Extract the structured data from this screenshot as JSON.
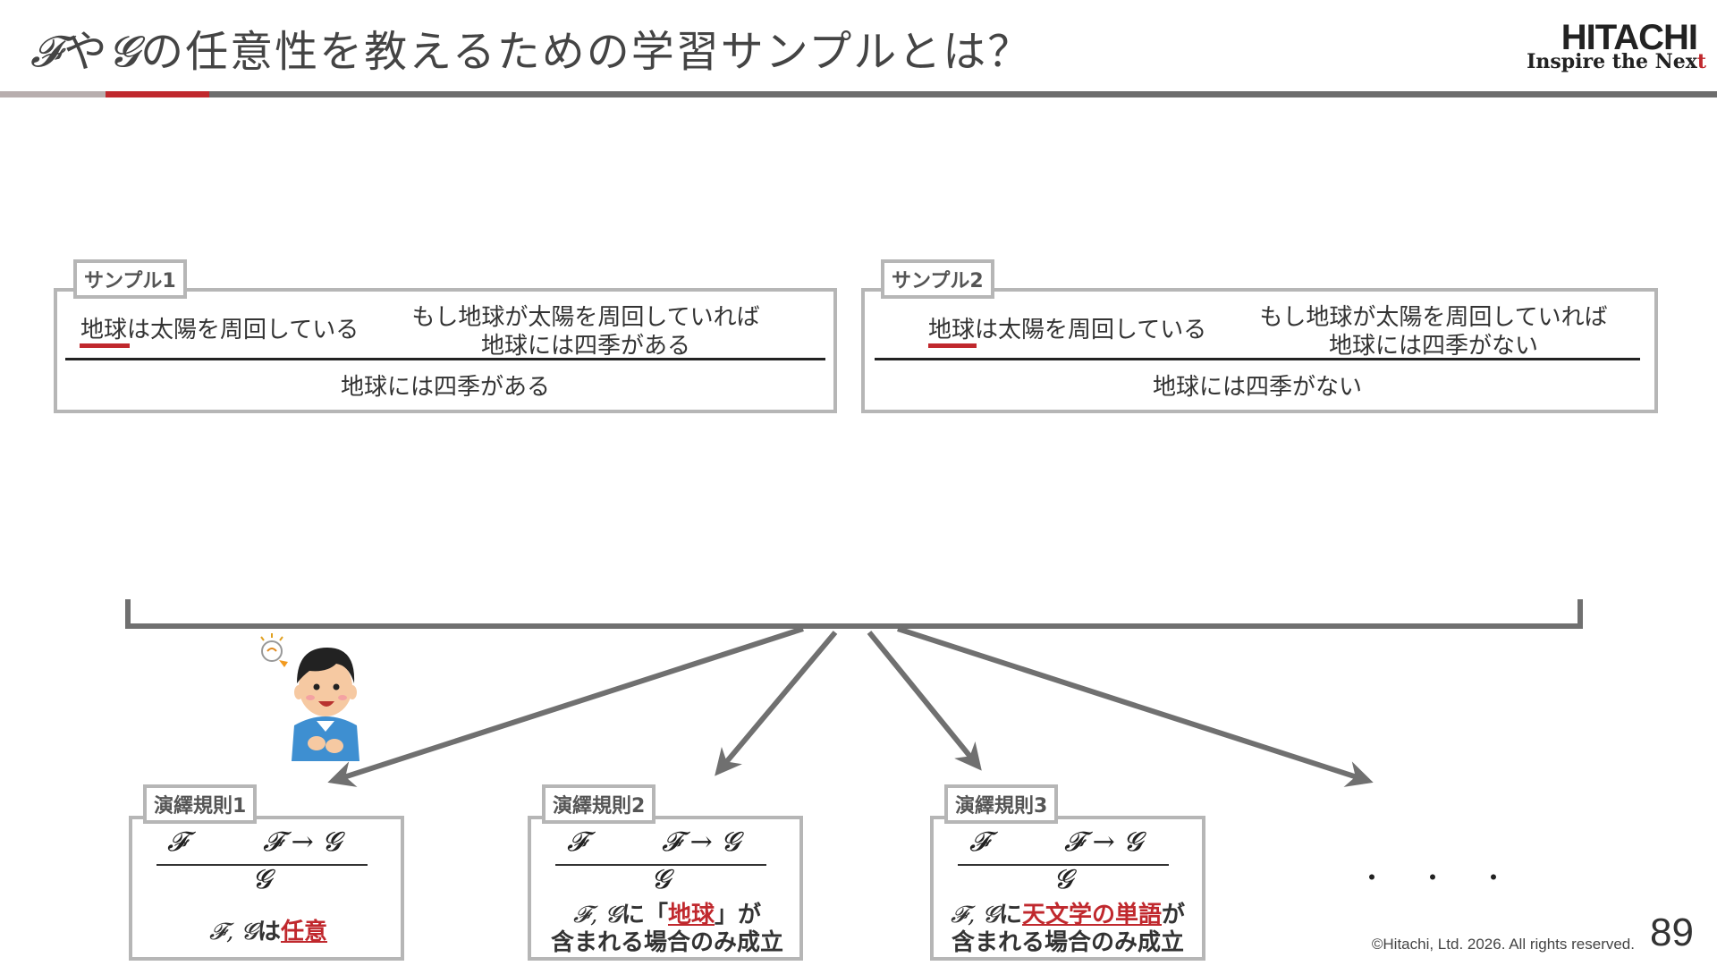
{
  "header": {
    "title_math1": "𝓕",
    "title_part1": "や",
    "title_math2": "𝓖",
    "title_part2": "の任意性を教えるための学習サンプルとは？",
    "logo_main": "HITACHI",
    "logo_sub": "Inspire the Nex",
    "logo_sub_accent": "t",
    "colors": {
      "accent": "#c0282d",
      "rule": "#6d6d6d",
      "box_border": "#b6b6b6"
    }
  },
  "samples": [
    {
      "tag": "サンプル1",
      "premise1": "地球は太陽を周回している",
      "premise2_line1": "もし地球が太陽を周回していれば",
      "premise2_line2": "地球には四季がある",
      "conclusion": "地球には四季がある"
    },
    {
      "tag": "サンプル2",
      "premise1": "地球は太陽を周回している",
      "premise2_line1": "もし地球が太陽を周回していれば",
      "premise2_line2": "地球には四季がない",
      "conclusion": "地球には四季がない"
    }
  ],
  "rules": [
    {
      "tag": "演繹規則1",
      "premise_f": "𝓕",
      "premise_impl": "𝓕 → 𝓖",
      "conclusion": "𝓖",
      "cond_math": "𝓕, 𝓖",
      "cond_text1": "は",
      "cond_red": "任意"
    },
    {
      "tag": "演繹規則2",
      "premise_f": "𝓕",
      "premise_impl": "𝓕 → 𝓖",
      "conclusion": "𝓖",
      "cond_math": "𝓕, 𝓖",
      "cond_text1": "に「",
      "cond_red": "地球",
      "cond_text2": "」が",
      "cond_line2": "含まれる場合のみ成立"
    },
    {
      "tag": "演繹規則3",
      "premise_f": "𝓕",
      "premise_impl": "𝓕 → 𝓖",
      "conclusion": "𝓖",
      "cond_math": "𝓕, 𝓖",
      "cond_text1": "に",
      "cond_red": "天文学の単語",
      "cond_text2": "が",
      "cond_line2": "含まれる場合のみ成立"
    }
  ],
  "ellipsis": "・・・",
  "footer": {
    "copyright": "©Hitachi, Ltd. 2026. All rights reserved.",
    "page_number": "89"
  }
}
